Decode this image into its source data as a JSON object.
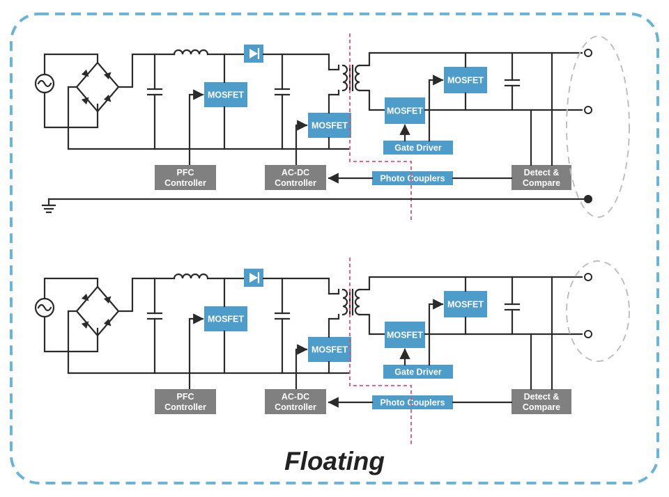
{
  "caption": "Floating",
  "colors": {
    "frame": "#6bb4d6",
    "block_blue": "#4d9cc9",
    "block_gray": "#808080",
    "isolation_line": "#e0507a",
    "float_ellipse": "#bfbfbf",
    "wire": "#2a2a2a"
  },
  "icons": [
    "ac-source-icon",
    "bridge-rectifier-icon",
    "inductor-icon",
    "diode-icon",
    "capacitor-icon",
    "transformer-icon",
    "terminal-icon",
    "ground-icon"
  ],
  "circuits": [
    {
      "blocks": {
        "mosfet_pfc": "MOSFET",
        "mosfet_main": "MOSFET",
        "mosfet_sync": "MOSFET",
        "mosfet_out": "MOSFET",
        "gate_driver": "Gate Driver",
        "photo_couplers": "Photo Couplers",
        "pfc_controller": [
          "PFC",
          "Controller"
        ],
        "acdc_controller": [
          "AC-DC",
          "Controller"
        ],
        "detect_compare": [
          "Detect &",
          "Compare"
        ]
      },
      "terminals": 3,
      "has_ground": true
    },
    {
      "blocks": {
        "mosfet_pfc": "MOSFET",
        "mosfet_main": "MOSFET",
        "mosfet_sync": "MOSFET",
        "mosfet_out": "MOSFET",
        "gate_driver": "Gate Driver",
        "photo_couplers": "Photo Couplers",
        "pfc_controller": [
          "PFC",
          "Controller"
        ],
        "acdc_controller": [
          "AC-DC",
          "Controller"
        ],
        "detect_compare": [
          "Detect &",
          "Compare"
        ]
      },
      "terminals": 2,
      "has_ground": false
    }
  ]
}
